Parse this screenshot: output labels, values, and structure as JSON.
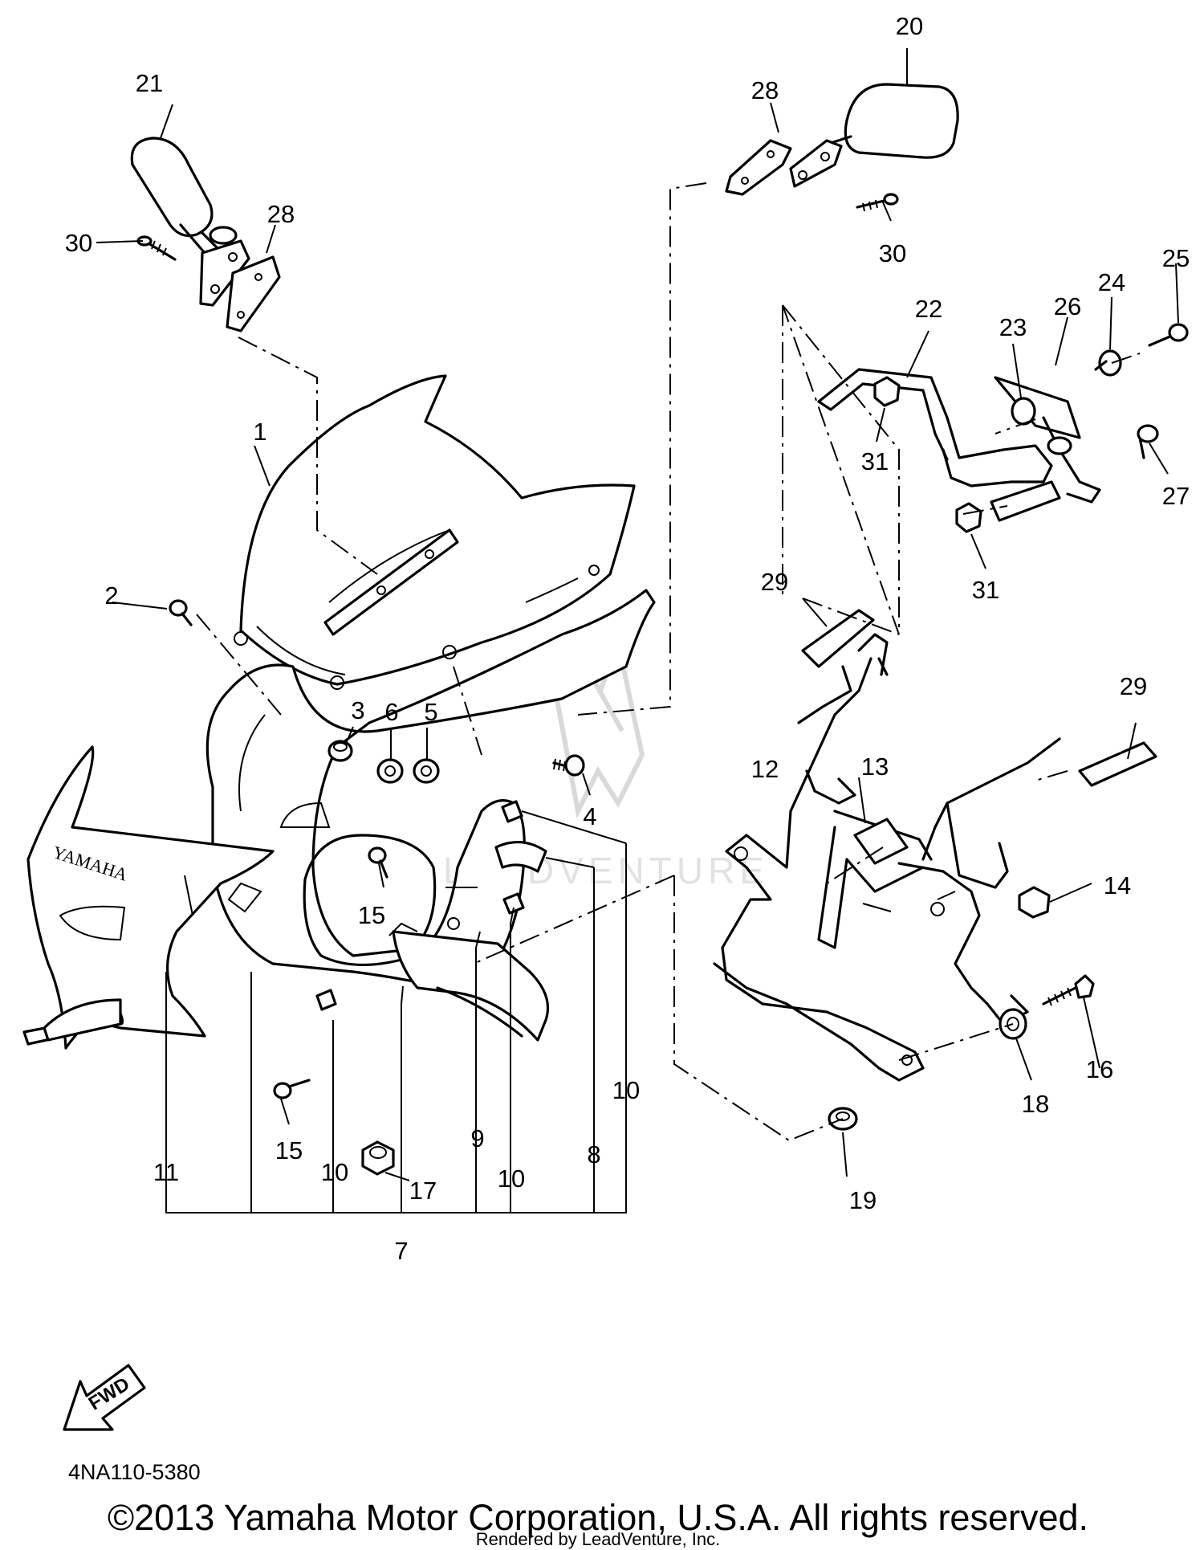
{
  "diagram": {
    "reference_code": "4NA110-5380",
    "copyright": "©2013 Yamaha Motor Corporation, U.S.A. All rights reserved.",
    "rendered_by": "Rendered by LeadVenture, Inc.",
    "watermark": "LEADVENTURE",
    "fwd_label": "FWD",
    "brand_decal": "YAMAHA",
    "callouts": [
      {
        "id": "c1",
        "label": "1"
      },
      {
        "id": "c2",
        "label": "2"
      },
      {
        "id": "c3",
        "label": "3"
      },
      {
        "id": "c4",
        "label": "4"
      },
      {
        "id": "c5",
        "label": "5"
      },
      {
        "id": "c6",
        "label": "6"
      },
      {
        "id": "c7",
        "label": "7"
      },
      {
        "id": "c8",
        "label": "8"
      },
      {
        "id": "c9",
        "label": "9"
      },
      {
        "id": "c10a",
        "label": "10"
      },
      {
        "id": "c10b",
        "label": "10"
      },
      {
        "id": "c10c",
        "label": "10"
      },
      {
        "id": "c11",
        "label": "11"
      },
      {
        "id": "c12",
        "label": "12"
      },
      {
        "id": "c13",
        "label": "13"
      },
      {
        "id": "c14",
        "label": "14"
      },
      {
        "id": "c15a",
        "label": "15"
      },
      {
        "id": "c15b",
        "label": "15"
      },
      {
        "id": "c16",
        "label": "16"
      },
      {
        "id": "c17",
        "label": "17"
      },
      {
        "id": "c18",
        "label": "18"
      },
      {
        "id": "c19",
        "label": "19"
      },
      {
        "id": "c20",
        "label": "20"
      },
      {
        "id": "c21",
        "label": "21"
      },
      {
        "id": "c22",
        "label": "22"
      },
      {
        "id": "c23",
        "label": "23"
      },
      {
        "id": "c24",
        "label": "24"
      },
      {
        "id": "c25",
        "label": "25"
      },
      {
        "id": "c26",
        "label": "26"
      },
      {
        "id": "c27",
        "label": "27"
      },
      {
        "id": "c28a",
        "label": "28"
      },
      {
        "id": "c28b",
        "label": "28"
      },
      {
        "id": "c29a",
        "label": "29"
      },
      {
        "id": "c29b",
        "label": "29"
      },
      {
        "id": "c30a",
        "label": "30"
      },
      {
        "id": "c30b",
        "label": "30"
      },
      {
        "id": "c31a",
        "label": "31"
      },
      {
        "id": "c31b",
        "label": "31"
      }
    ]
  }
}
